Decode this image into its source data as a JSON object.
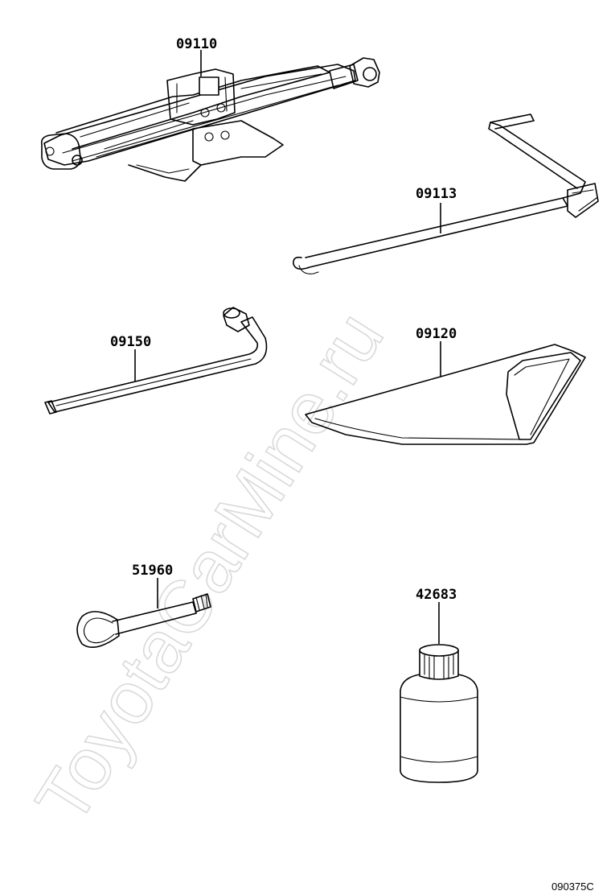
{
  "watermark": "ToyotaCarMine.ru",
  "diagram_code": "090375C",
  "parts": [
    {
      "number": "09110",
      "name": "jack"
    },
    {
      "number": "09113",
      "name": "jack-handle"
    },
    {
      "number": "09150",
      "name": "wheel-nut-wrench"
    },
    {
      "number": "09120",
      "name": "tool-bag"
    },
    {
      "number": "51960",
      "name": "towing-eyelet"
    },
    {
      "number": "42683",
      "name": "sealant-bottle"
    }
  ]
}
